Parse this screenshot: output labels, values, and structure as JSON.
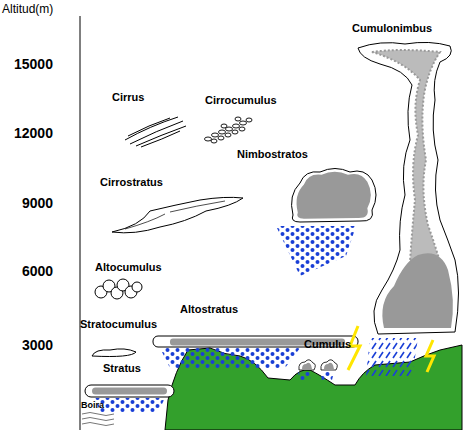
{
  "diagram": {
    "labels": [
      "Altitud(m)",
      "15000",
      "Cumulonimbus",
      "Cirrus",
      "Cirrocumulus",
      "12000",
      "Nimbostratos",
      "Cirrostratus",
      "9000",
      "6000",
      "Altocumulus",
      "Stratocumulus",
      "Altostratus",
      "3000",
      "Cumulus",
      "Stratus",
      "Boira"
    ]
  }
}
